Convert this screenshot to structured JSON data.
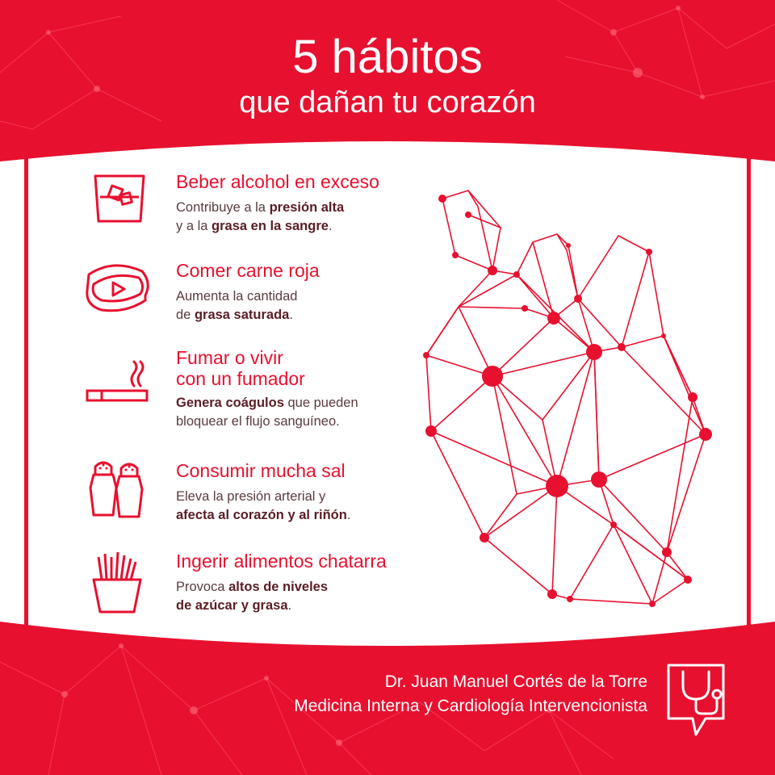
{
  "header": {
    "title": "5 hábitos",
    "subtitle": "que dañan tu corazón"
  },
  "habits": [
    {
      "icon": "whiskey-glass-icon",
      "title": "Beber alcohol en exceso",
      "l1a": "Contribuye a la ",
      "l1b": "presión alta",
      "l1c": "",
      "l2a": "y a la ",
      "l2b": "grasa en la sangre",
      "l2c": "."
    },
    {
      "icon": "steak-icon",
      "title": "Comer carne roja",
      "l1a": "Aumenta la cantidad",
      "l1b": "",
      "l1c": "",
      "l2a": "de ",
      "l2b": "grasa saturada",
      "l2c": "."
    },
    {
      "icon": "cigarette-icon",
      "title": "Fumar o vivir",
      "title2": "con un fumador",
      "l1a": "",
      "l1b": "Genera coágulos",
      "l1c": " que pueden",
      "l2a": "bloquear el flujo sanguíneo.",
      "l2b": "",
      "l2c": ""
    },
    {
      "icon": "salt-pepper-shakers-icon",
      "title": "Consumir mucha sal",
      "l1a": "Eleva la presión arterial y",
      "l1b": "",
      "l1c": "",
      "l2a": "",
      "l2b": "afecta al corazón y al riñón",
      "l2c": "."
    },
    {
      "icon": "french-fries-icon",
      "title": "Ingerir alimentos chatarra",
      "l1a": "Provoca ",
      "l1b": "altos de niveles",
      "l1c": "",
      "l2a": "",
      "l2b": "de azúcar y grasa",
      "l2c": "."
    }
  ],
  "footer": {
    "name": "Dr. Juan Manuel Cortés de la Torre",
    "specialty": "Medicina Interna y Cardiología Intervencionista"
  },
  "colors": {
    "brand_red": "#e8102f",
    "panel": "#ffffff",
    "body_text": "#5a3b3f"
  },
  "logo": {
    "icon": "stethoscope-chat-icon"
  }
}
